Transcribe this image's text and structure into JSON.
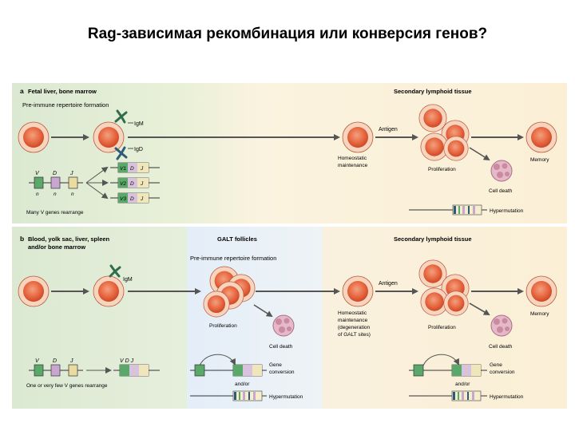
{
  "slide_title": "Rag-зависимая рекомбинация или конверсия генов?",
  "panel_a": {
    "letter": "a",
    "heading": "Fetal liver, bone marrow",
    "subheading": "Pre-immune repertoire formation",
    "secondary_heading": "Secondary lymphoid tissue",
    "igm": "IgM",
    "igd": "IgD",
    "antigen": "Antigen",
    "homeostatic_line1": "Homeostatic",
    "homeostatic_line2": "maintenance",
    "proliferation": "Proliferation",
    "memory": "Memory",
    "cell_death": "Cell death",
    "hypermutation": "Hypermutation",
    "gene_v": "V",
    "gene_d": "D",
    "gene_j": "J",
    "n": "n",
    "rearranged_v1": "V1",
    "rearranged_v2": "V2",
    "rearranged_v3": "V3",
    "rearrange_text": "Many V genes rearrange"
  },
  "panel_b": {
    "letter": "b",
    "heading_line1": "Blood, yolk sac, liver, spleen",
    "heading_line2": "and/or bone marrow",
    "galt_heading": "GALT follicles",
    "galt_sub": "Pre-immune repertoire formation",
    "secondary_heading": "Secondary lymphoid tissue",
    "igm": "IgM",
    "antigen": "Antigen",
    "proliferation_galt": "Proliferation",
    "proliferation_sec": "Proliferation",
    "cell_death_galt": "Cell death",
    "cell_death_sec": "Cell death",
    "homeostatic_line1": "Homeostatic",
    "homeostatic_line2": "maintenance",
    "homeostatic_line3": "(degeneration",
    "homeostatic_line4": "of GALT sites)",
    "memory": "Memory",
    "gene_conversion_line1": "Gene",
    "gene_conversion_line2": "conversion",
    "and_or": "and/or",
    "hypermutation": "Hypermutation",
    "gene_v": "V",
    "gene_d": "D",
    "gene_j": "J",
    "rearranged_vdj": "V D J",
    "rearrange_text": "One or very few V genes rearrange"
  },
  "colors": {
    "panel_green": "#dfebd8",
    "panel_cream": "#fbf1d9",
    "panel_blue": "#e4eef6",
    "cell_fill": "#e8673f",
    "cell_rim": "#f7d1b8",
    "arrow": "#555555",
    "antibody_igm": "#2f6e4a",
    "antibody_igd": "#2f5a7a",
    "gene_v": "#5aa86a",
    "gene_d": "#c9a6cf",
    "gene_j": "#e9dca0"
  }
}
